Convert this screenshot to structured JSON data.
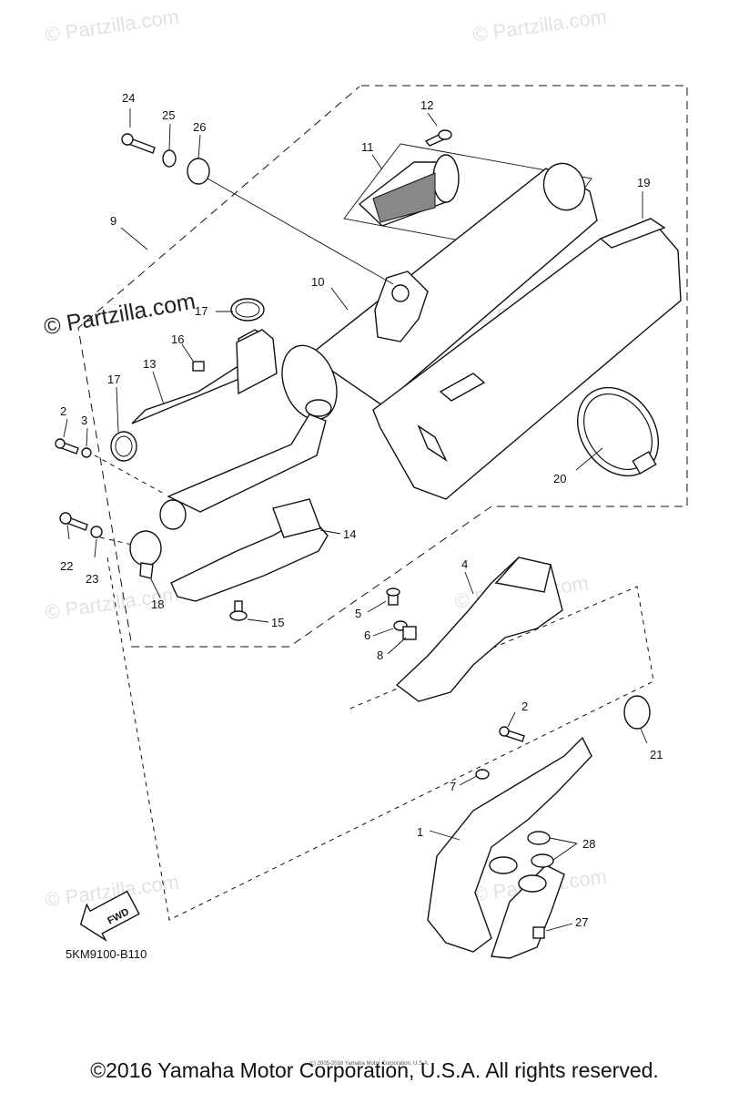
{
  "watermark_text": "© Partzilla.com",
  "drawing_code": "5KM9100-B110",
  "fwd_label": "FWD",
  "footer_copyright": "©2016 Yamaha Motor Corporation, U.S.A. All rights reserved.",
  "tiny_copyright": "(c) 2005-2016 Yamaha Motor Corporation, U.S.A.",
  "callouts": {
    "c1": "1",
    "c2a": "2",
    "c2b": "2",
    "c3": "3",
    "c4": "4",
    "c5": "5",
    "c6": "6",
    "c7": "7",
    "c8": "8",
    "c9": "9",
    "c10": "10",
    "c11": "11",
    "c12": "12",
    "c13": "13",
    "c14": "14",
    "c15": "15",
    "c16": "16",
    "c17a": "17",
    "c17b": "17",
    "c18": "18",
    "c19": "19",
    "c20": "20",
    "c21": "21",
    "c22": "22",
    "c23": "23",
    "c24": "24",
    "c25": "25",
    "c26": "26",
    "c27": "27",
    "c28": "28"
  }
}
